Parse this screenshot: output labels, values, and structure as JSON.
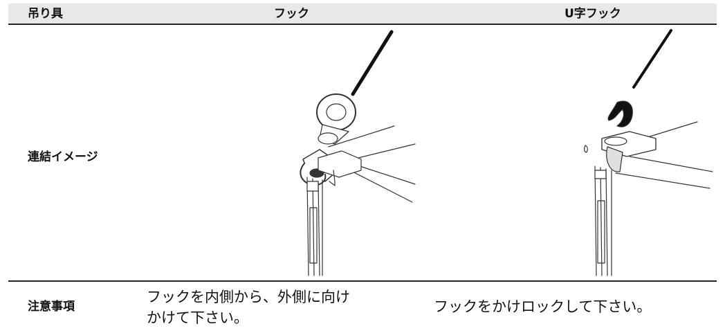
{
  "table": {
    "headers": {
      "lifting_tool": "吊り具",
      "hook": "フック",
      "u_hook": "U字フック"
    },
    "rows": {
      "image_label": "連結イメージ",
      "notes_label": "注意事項"
    },
    "notes": {
      "hook": "フックを内側から、外側に向け\nかけて下さい。",
      "u_hook": "フックをかけロックして下さい。"
    }
  },
  "illustrations": {
    "hook": "hook-connection-illustration",
    "u_hook": "u-hook-connection-illustration"
  }
}
